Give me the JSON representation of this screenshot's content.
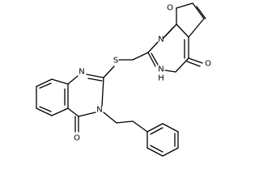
{
  "molecule": {
    "colors": {
      "bond": "#000000",
      "label": "#000000",
      "background": "#ffffff"
    },
    "atoms": {
      "furan_o": "O",
      "pyrimidine_n1": "N",
      "pyrimidine_nh_n": "N",
      "pyrimidine_nh_h": "H",
      "furopyrimidinone_o": "O",
      "thioether_s": "S",
      "quinazoline_n1": "N",
      "quinazoline_n3": "N",
      "quinazolinone_o": "O"
    }
  }
}
